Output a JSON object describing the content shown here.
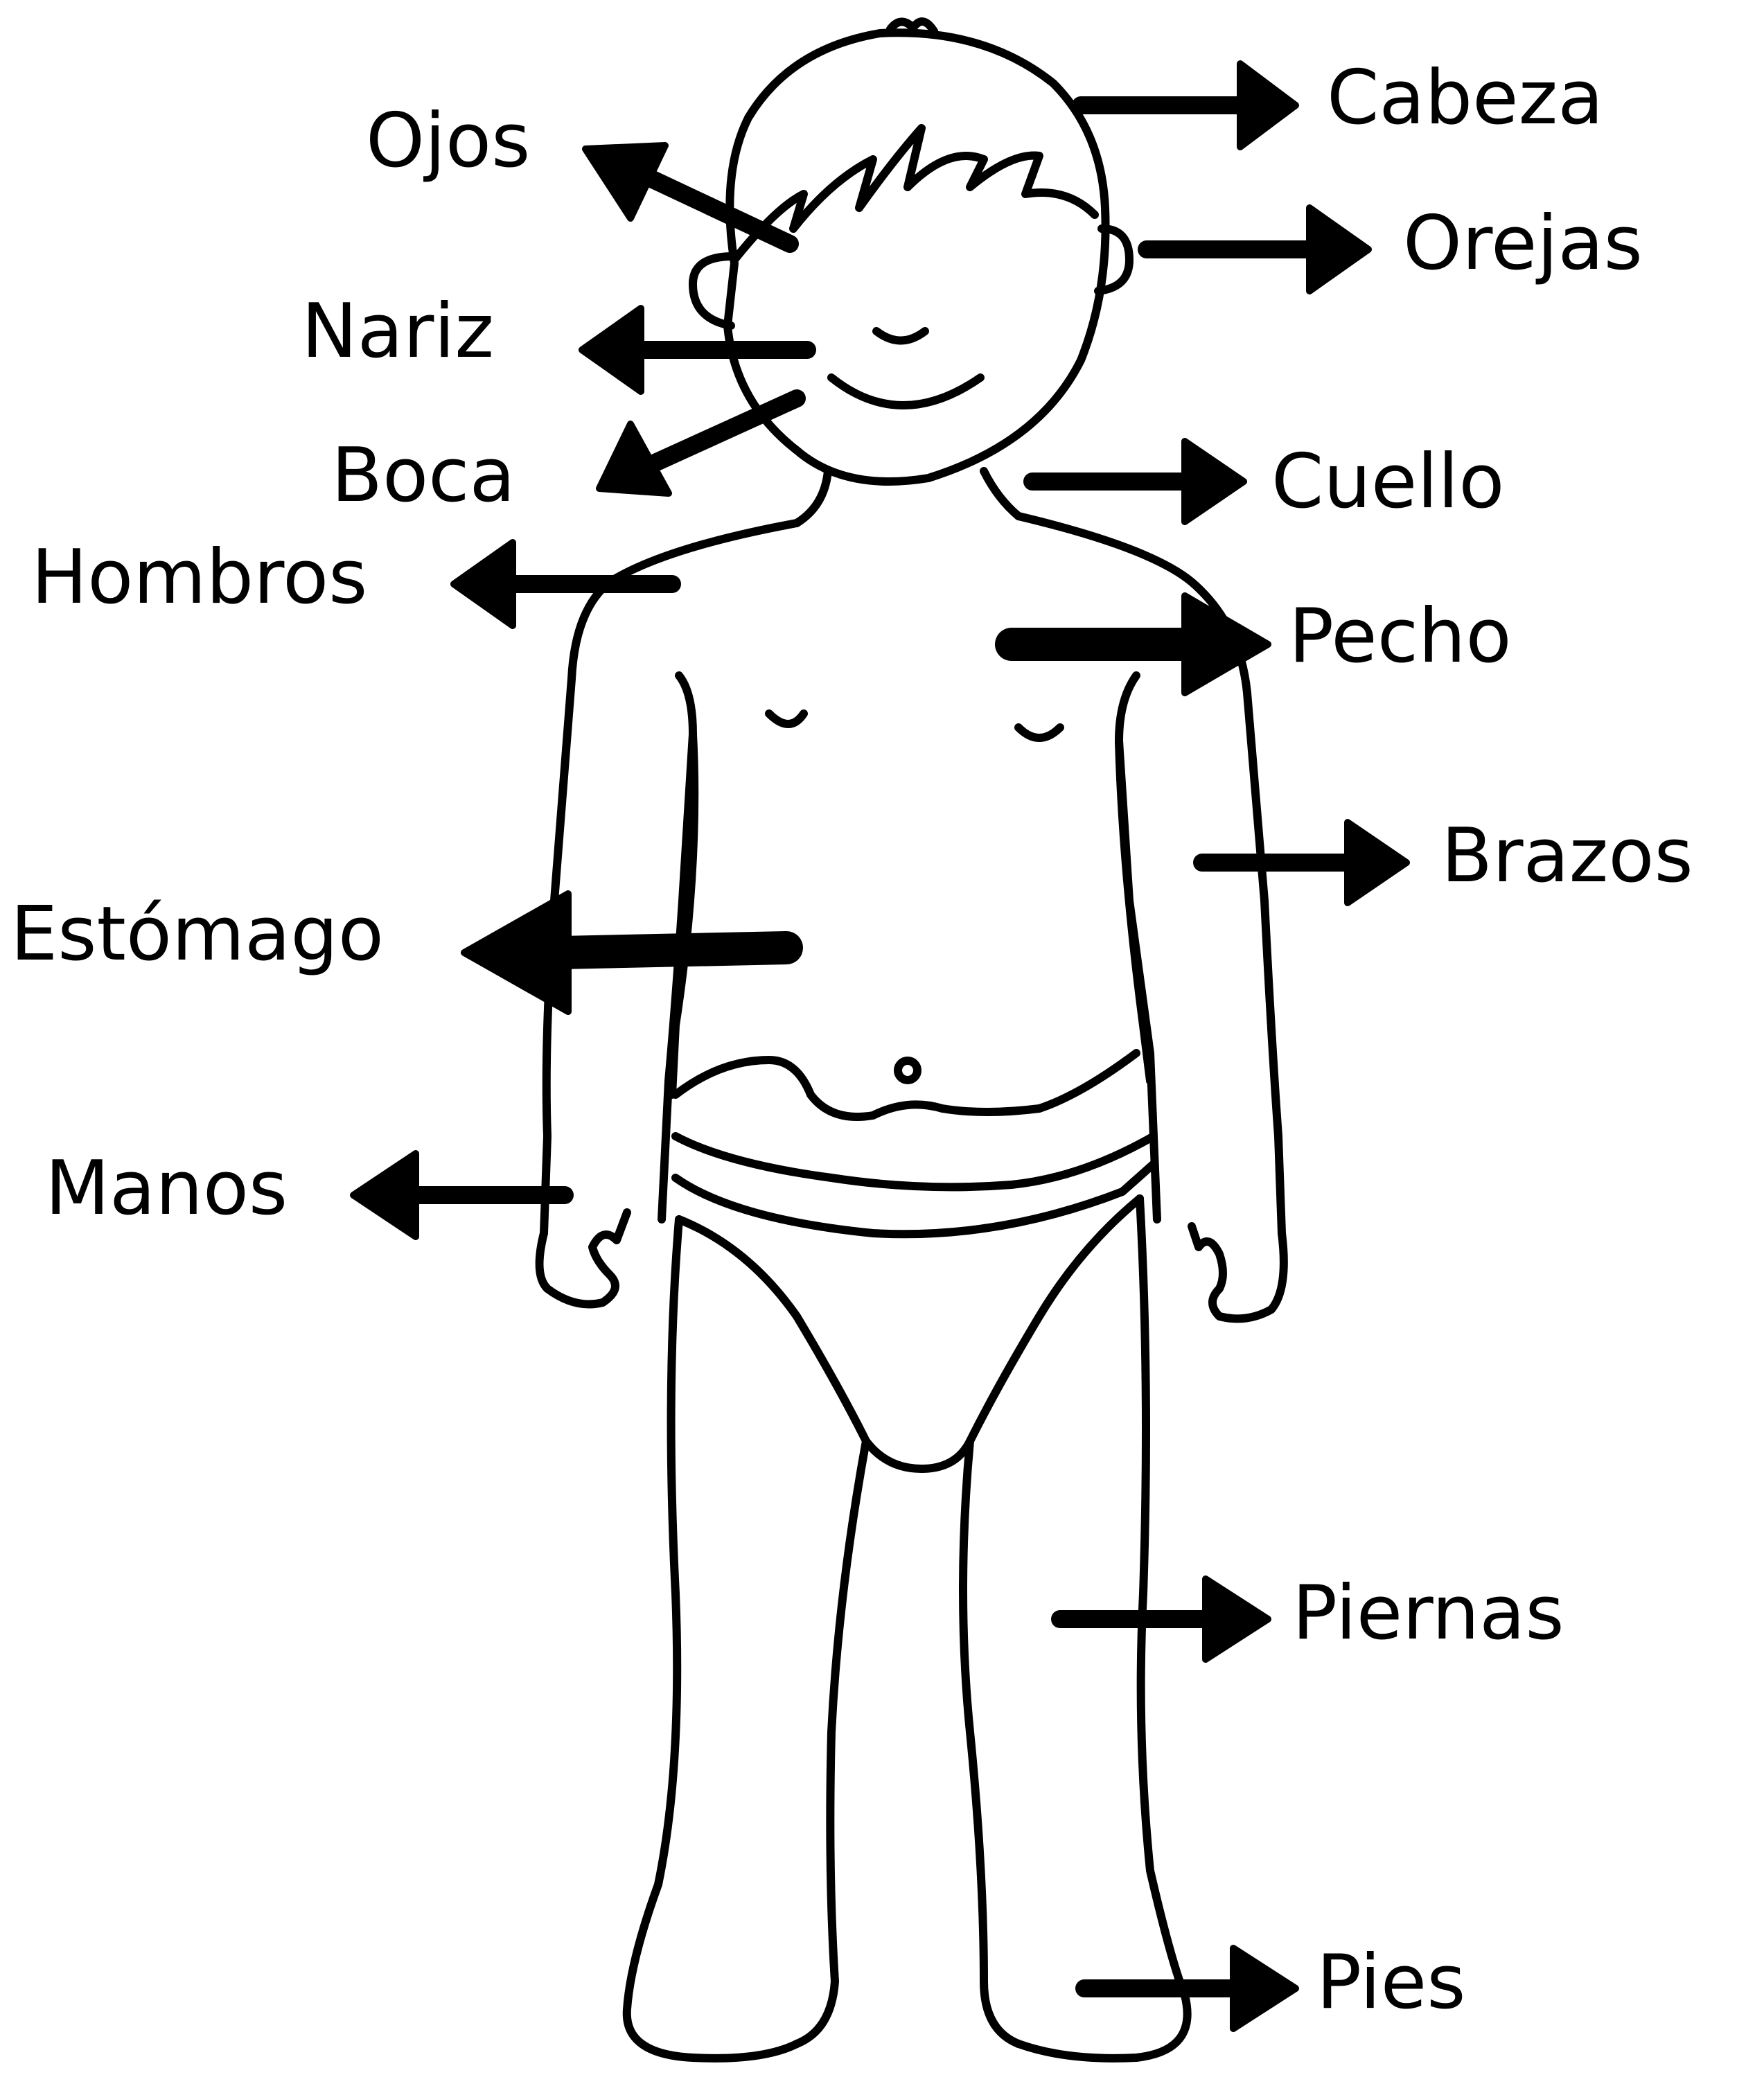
{
  "figure": {
    "name": "child-body-outline"
  },
  "labels": [
    {
      "id": "cabeza",
      "text": "Cabeza",
      "side": "right"
    },
    {
      "id": "ojos",
      "text": "Ojos",
      "side": "left"
    },
    {
      "id": "orejas",
      "text": "Orejas",
      "side": "right"
    },
    {
      "id": "nariz",
      "text": "Nariz",
      "side": "left"
    },
    {
      "id": "boca",
      "text": "Boca",
      "side": "left"
    },
    {
      "id": "cuello",
      "text": "Cuello",
      "side": "right"
    },
    {
      "id": "hombros",
      "text": "Hombros",
      "side": "left"
    },
    {
      "id": "pecho",
      "text": "Pecho",
      "side": "right"
    },
    {
      "id": "brazos",
      "text": "Brazos",
      "side": "right"
    },
    {
      "id": "estomago",
      "text": "Estómago",
      "side": "left"
    },
    {
      "id": "manos",
      "text": "Manos",
      "side": "left"
    },
    {
      "id": "piernas",
      "text": "Piernas",
      "side": "right"
    },
    {
      "id": "pies",
      "text": "Pies",
      "side": "right"
    }
  ],
  "colors": {
    "ink": "#000000",
    "background": "#ffffff"
  }
}
